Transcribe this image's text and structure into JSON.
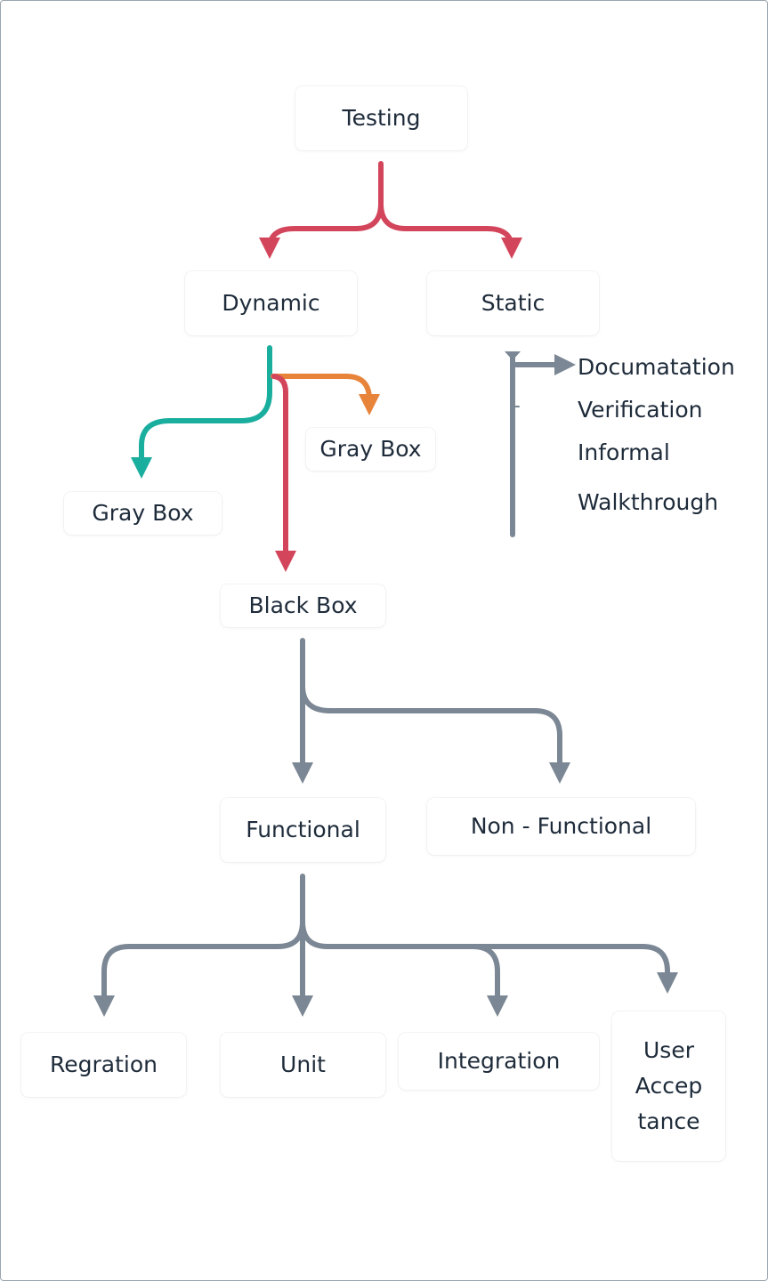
{
  "nodes": {
    "testing": "Testing",
    "dynamic": "Dynamic",
    "static": "Static",
    "gray_box_right": "Gray Box",
    "gray_box_left": "Gray Box",
    "black_box": "Black Box",
    "functional": "Functional",
    "non_functional": "Non - Functional",
    "regration": "Regration",
    "unit": "Unit",
    "integration": "Integration",
    "user_acceptance": [
      "User",
      "Accep",
      "tance"
    ]
  },
  "static_items": [
    "Documatation",
    "Verification",
    "Informal",
    "Walkthrough"
  ],
  "colors": {
    "red": "#d3455b",
    "teal": "#1aae9f",
    "orange": "#e8833a",
    "gray": "#7b8794",
    "text": "#1e2b3a"
  }
}
